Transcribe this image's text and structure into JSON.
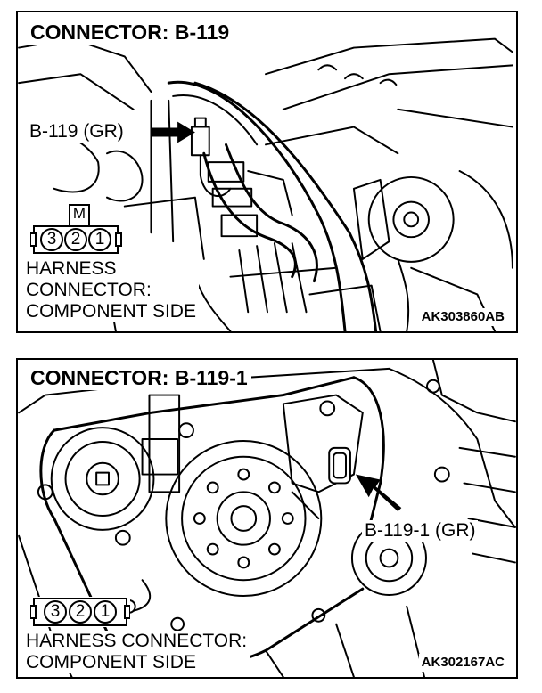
{
  "panels": [
    {
      "title": "CONNECTOR: B-119",
      "callout": "B-119 (GR)",
      "harness_lines": [
        "HARNESS",
        "CONNECTOR:",
        "COMPONENT SIDE"
      ],
      "code": "AK303860AB",
      "pins": [
        "3",
        "2",
        "1"
      ],
      "lock_label": "M"
    },
    {
      "title": "CONNECTOR: B-119-1",
      "callout": "B-119-1 (GR)",
      "harness_lines": [
        "HARNESS CONNECTOR:",
        "COMPONENT SIDE"
      ],
      "code": "AK302167AC",
      "pins": [
        "3",
        "2",
        "1"
      ]
    }
  ],
  "colors": {
    "line": "#000000",
    "background": "#ffffff"
  }
}
